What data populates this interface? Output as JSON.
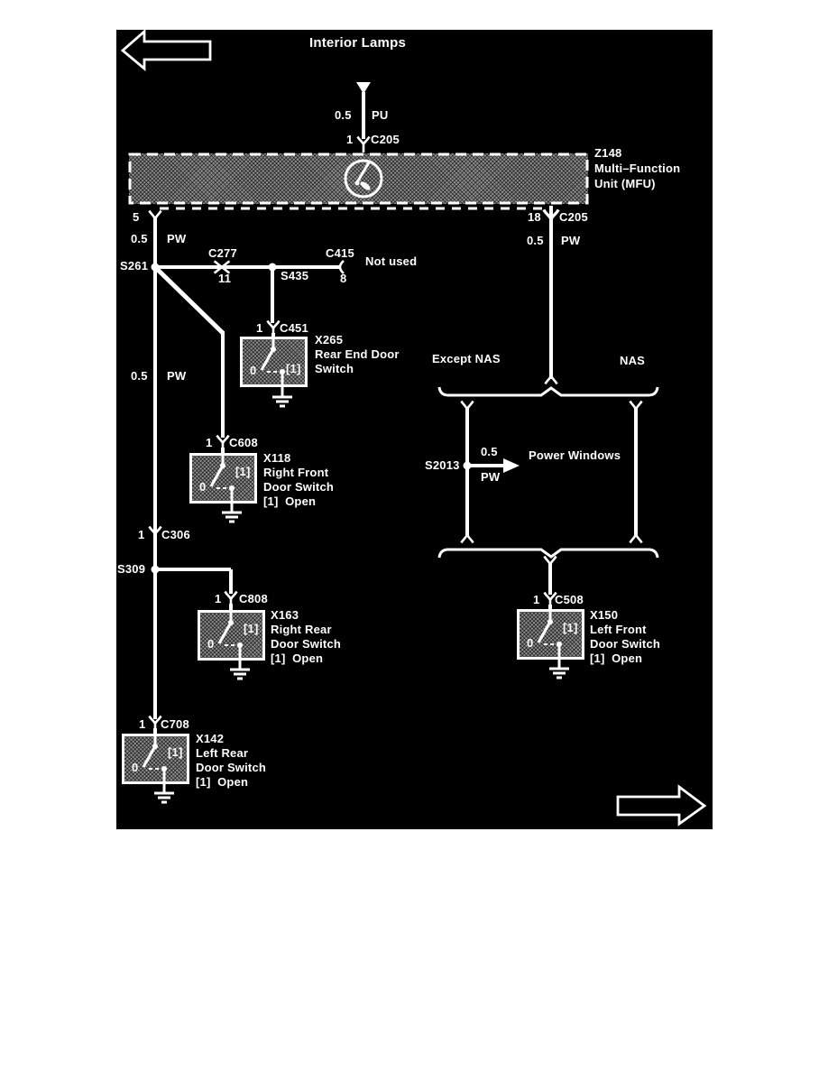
{
  "title": "Interior Lamps",
  "colors": {
    "page": "#ffffff",
    "diagram_bg": "#000000",
    "ink": "#ffffff",
    "box_fill": "#8d8d8d"
  },
  "icons": {
    "back": "left-outline-arrow",
    "forward": "right-outline-arrow",
    "continuation": "solid-down-triangle",
    "mfu_symbol": "switch-in-circle",
    "splice": "filled-dot",
    "inline_connector": "y-connector",
    "ground": "ground-symbol"
  },
  "top_feed": {
    "wire_size": "0.5",
    "wire_color": "PU",
    "pin": "1",
    "connector": "C205"
  },
  "mfu": {
    "lines": [
      "Z148",
      "Multi–Function",
      "Unit (MFU)"
    ]
  },
  "left_branch": {
    "pin": "5",
    "wire_size": "0.5",
    "wire_color": "PW",
    "splice_s261": "S261",
    "c277": {
      "name": "C277",
      "pin": "11"
    },
    "splice_s435": "S435",
    "c415": {
      "name": "C415",
      "pin": "8",
      "note": "Not used"
    },
    "wire2_size": "0.5",
    "wire2_color": "PW",
    "c306": {
      "pin": "1",
      "name": "C306"
    },
    "splice_s309": "S309"
  },
  "right_branch": {
    "pin": "18",
    "connector": "C205",
    "wire_size": "0.5",
    "wire_color": "PW",
    "variant_left": "Except NAS",
    "variant_right": "NAS",
    "splice_s2013": "S2013",
    "stub": {
      "wire_size": "0.5",
      "wire_color": "PW",
      "label": "Power Windows"
    },
    "c508": {
      "pin": "1",
      "name": "C508"
    }
  },
  "switches": {
    "x265": {
      "pin": "1",
      "connector": "C451",
      "lines": [
        "X265",
        "Rear End Door",
        "Switch"
      ],
      "pos0": "0",
      "pos1": "[1]"
    },
    "x118": {
      "pin": "1",
      "connector": "C608",
      "lines": [
        "X118",
        "Right Front",
        "Door Switch",
        "[1]  Open"
      ],
      "pos0": "0",
      "pos1": "[1]"
    },
    "x163": {
      "pin": "1",
      "connector": "C808",
      "lines": [
        "X163",
        "Right Rear",
        "Door Switch",
        "[1]  Open"
      ],
      "pos0": "0",
      "pos1": "[1]"
    },
    "x142": {
      "pin": "1",
      "connector": "C708",
      "lines": [
        "X142",
        "Left Rear",
        "Door Switch",
        "[1]  Open"
      ],
      "pos0": "0",
      "pos1": "[1]"
    },
    "x150": {
      "pin": "1",
      "connector": "C508",
      "lines": [
        "X150",
        "Left Front",
        "Door Switch",
        "[1]  Open"
      ],
      "pos0": "0",
      "pos1": "[1]"
    }
  }
}
